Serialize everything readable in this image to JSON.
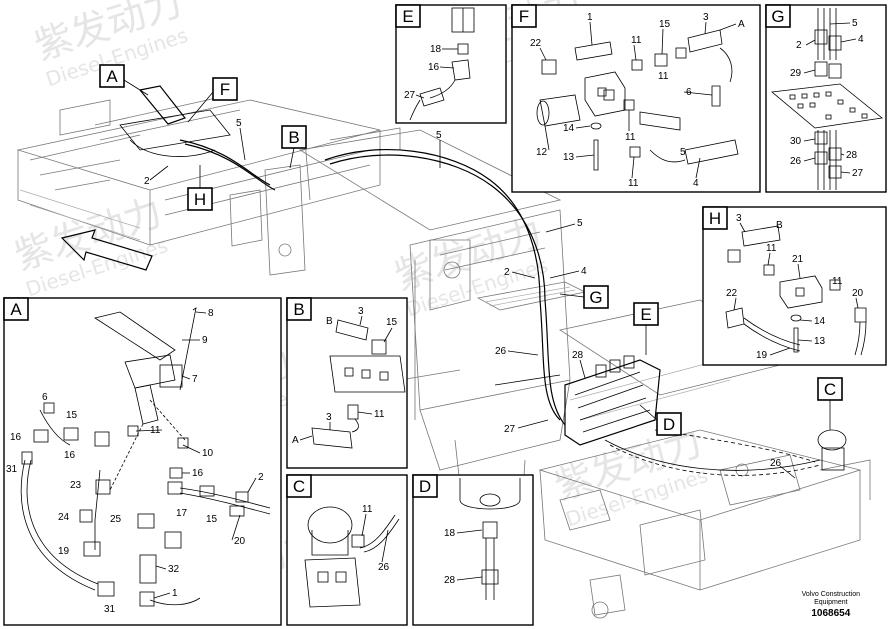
{
  "footer": {
    "brand_line1": "Volvo Construction",
    "brand_line2": "Equipment",
    "drawing_number": "1068654"
  },
  "watermark": {
    "chinese": "紫发动力",
    "latin": "Diesel-Engines"
  },
  "callouts": {
    "A": "A",
    "F": "F",
    "H": "H",
    "B": "B",
    "G": "G",
    "E": "E",
    "D": "D",
    "C": "C"
  },
  "main_labels": {
    "l5a": "5",
    "l2a": "2",
    "l5b": "5",
    "l5c": "5",
    "l2b": "2",
    "l4": "4",
    "l26": "26",
    "l28": "28",
    "l27": "27",
    "l26b": "26"
  },
  "panels": {
    "A": {
      "title": "A",
      "labels": [
        "8",
        "9",
        "7",
        "6",
        "15",
        "16",
        "16",
        "11",
        "10",
        "31",
        "16",
        "23",
        "2",
        "24",
        "25",
        "17",
        "15",
        "20",
        "19",
        "32",
        "1",
        "31"
      ]
    },
    "B": {
      "title": "B",
      "labels": [
        "3",
        "B",
        "15",
        "3",
        "11",
        "A"
      ]
    },
    "C": {
      "title": "C",
      "labels": [
        "11",
        "26"
      ]
    },
    "D": {
      "title": "D",
      "labels": [
        "18",
        "28"
      ]
    },
    "E": {
      "title": "E",
      "labels": [
        "18",
        "16",
        "27"
      ]
    },
    "F": {
      "title": "F",
      "labels": [
        "1",
        "15",
        "3",
        "A",
        "22",
        "11",
        "11",
        "6",
        "14",
        "11",
        "12",
        "13",
        "5",
        "11",
        "4"
      ]
    },
    "G": {
      "title": "G",
      "labels": [
        "5",
        "2",
        "4",
        "29",
        "30",
        "28",
        "26",
        "27"
      ]
    },
    "H": {
      "title": "H",
      "labels": [
        "3",
        "B",
        "11",
        "21",
        "11",
        "22",
        "20",
        "14",
        "13",
        "19"
      ]
    }
  }
}
